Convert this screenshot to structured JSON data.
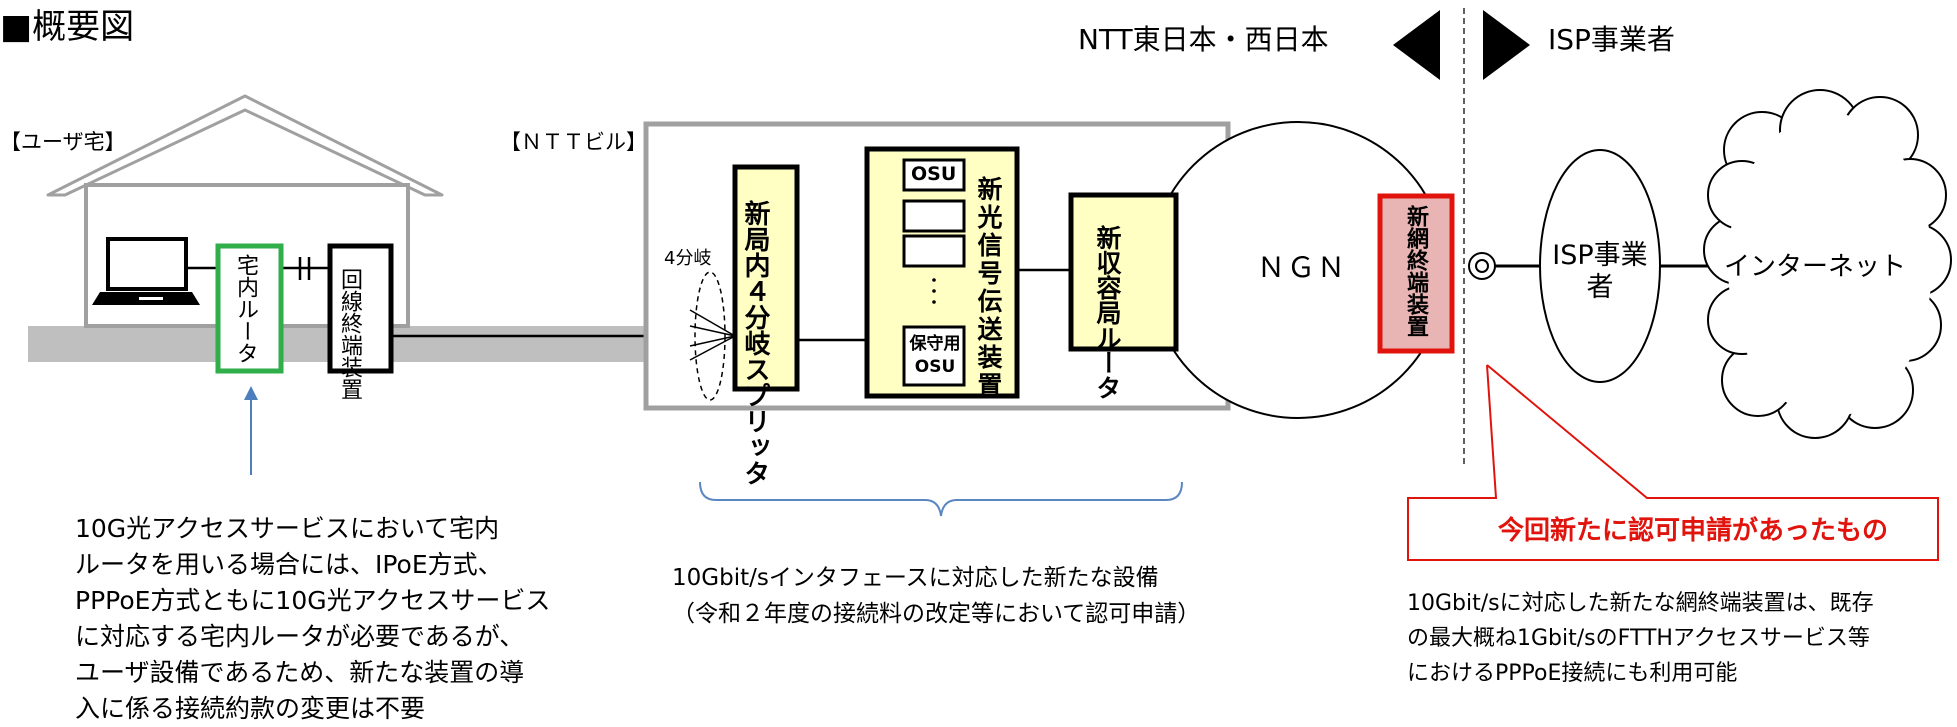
{
  "title": "■概要図",
  "divider": {
    "left": "NTT東日本・西日本",
    "right": "ISP事業者"
  },
  "user_home": {
    "label": "【ユーザ宅】",
    "router": "宅内ルータ",
    "onu": "回線終端装置"
  },
  "ntt_building": {
    "label": "【ＮＴＴビル】",
    "splitter_label": "4分岐",
    "splitter": "新局内４分岐スプリッタ",
    "olt_title": "新光信号伝送装置",
    "osu_top": "OSU",
    "osu_spare": "保守用OSU",
    "accom_router": "新収容局ルータ"
  },
  "ngn": "ＮＧＮ",
  "new_terminal": "新網終端装置",
  "isp": "ISP事業者",
  "internet": "インターネット",
  "highlight": "今回新たに認可申請があったもの",
  "notes": {
    "left": [
      "10G光アクセスサービスにおいて宅内",
      "ルータを用いる場合には、IPoE方式、",
      "PPPoE方式ともに10G光アクセスサービス",
      "に対応する宅内ルータが必要であるが、",
      "ユーザ設備であるため、新たな装置の導",
      "入に係る接続約款の変更は不要"
    ],
    "middle": [
      "10Gbit/sインタフェースに対応した新たな設備",
      "（令和２年度の接続料の改定等において認可申請）"
    ],
    "right": [
      "10Gbit/sに対応した新たな網終端装置は、既存",
      "の最大概ね1Gbit/sのFTTHアクセスサービス等",
      "におけるPPPoE接続にも利用可能"
    ]
  },
  "colors": {
    "router_border": "#2fae4a",
    "box_fill": "#ffffc4",
    "terminal_fill": "#e8b4b4",
    "highlight_red": "#e0140c",
    "ground": "#bfbfbf",
    "building_stroke": "#a0a0a0",
    "brace": "#5b87c0",
    "arrow": "#4d7fbf"
  }
}
